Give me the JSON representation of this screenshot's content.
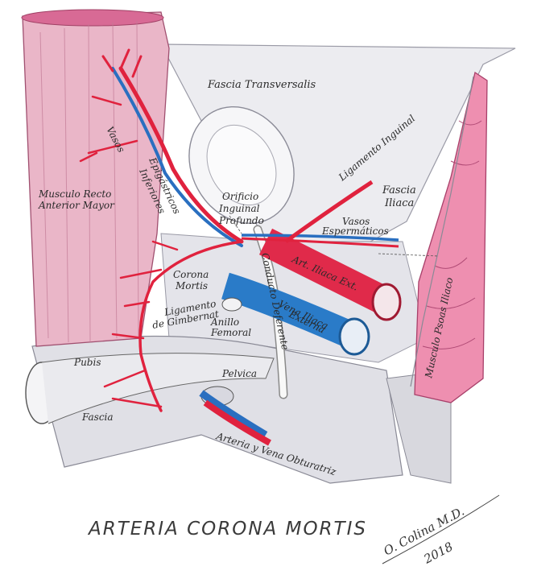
{
  "title": "ARTERIA CORONA MORTIS",
  "signature": {
    "name": "O. Colina M.D.",
    "year": "2018"
  },
  "labels": {
    "fascia_transversalis": "Fascia Transversalis",
    "vasos": "Vasos",
    "epigastricos": "Epigástricos",
    "inferiores": "Inferiores",
    "musculo_recto_1": "Musculo Recto",
    "musculo_recto_2": "Anterior Mayor",
    "orificio_1": "Orificio",
    "orificio_2": "Inguinal",
    "orificio_3": "Profundo",
    "ligamento_inguinal": "Ligamento Inguinal",
    "fascia_iliaca_1": "Fascia",
    "fascia_iliaca_2": "Iliaca",
    "vasos_esp_1": "Vasos",
    "vasos_esp_2": "Espermáticos",
    "corona_1": "Corona",
    "corona_2": "Mortis",
    "conducto_deferente": "Conducto Deferente",
    "art_iliaca": "Art. Iliaca Ext.",
    "vena_iliaca_1": "Vena Iliaca",
    "vena_iliaca_2": "Externa",
    "gimbernat_1": "Ligamento",
    "gimbernat_2": "de Gimbernat",
    "anillo_1": "Anillo",
    "anillo_2": "Femoral",
    "musculo_psoas": "Musculo Psoas Iliaco",
    "pubis": "Pubis",
    "pelvica": "Pelvica",
    "fascia": "Fascia",
    "obturatriz": "Arteria y Vena Obturatriz"
  }
}
